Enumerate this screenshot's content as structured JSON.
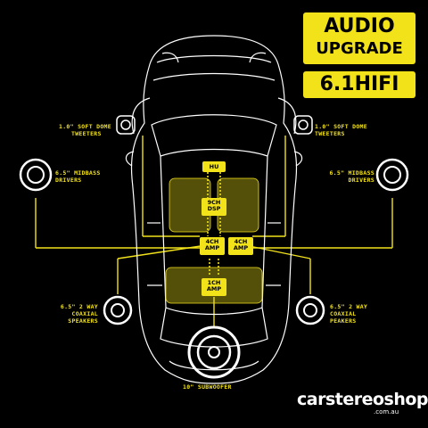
{
  "title": {
    "line1": "AUDIO",
    "line2": "UPGRADE",
    "line3": "6.1HIFI"
  },
  "labels": {
    "tweeters_left": [
      "1.0\" SOFT DOME",
      "TWEETERS"
    ],
    "tweeters_right": [
      "1.0\" SOFT DOME",
      "TWEETERS"
    ],
    "midbass_left": [
      "6.5\" MIDBASS",
      "DRIVERS"
    ],
    "midbass_right": [
      "6.5\" MIDBASS",
      "DRIVERS"
    ],
    "coax_left": [
      "6.5\" 2 WAY",
      "COAXIAL",
      "SPEAKERS"
    ],
    "coax_right": [
      "6.5\" 2 WAY",
      "COAXIAL",
      "PEAKERS"
    ],
    "subwoofer": "10\" SUBWOOFER"
  },
  "components": {
    "hu": "HU",
    "dsp": [
      "9CH",
      "DSP"
    ],
    "amp_left": [
      "4CH",
      "AMP"
    ],
    "amp_right": [
      "4CH",
      "AMP"
    ],
    "amp_sub": [
      "1CH",
      "AMP"
    ]
  },
  "brand": {
    "name": "carstereoshop",
    "domain": ".com.au"
  },
  "colors": {
    "accent": "#f2e21a",
    "background": "#000000",
    "linework": "#ffffff"
  }
}
